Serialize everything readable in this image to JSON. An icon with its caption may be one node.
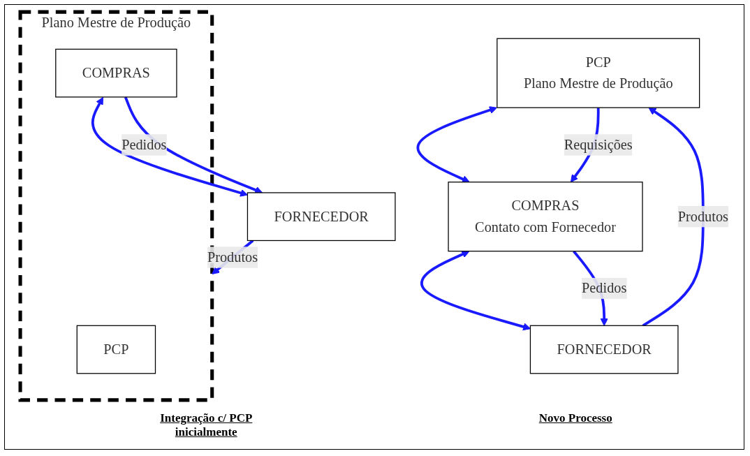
{
  "diagram": {
    "nodes": [
      {
        "text": [
          "PCP",
          "Plano Mestre de Produção"
        ]
      },
      {
        "text": [
          "COMPRAS",
          "Contato com Fornecedor"
        ]
      },
      {
        "text": [
          "FORNECEDOR"
        ]
      },
      {
        "text": [
          "Plano Mestre de Produção"
        ]
      },
      {
        "text": [
          "PCP"
        ],
        "in": 3
      },
      {
        "text": [
          "COMPRAS"
        ],
        "in": 3
      },
      {
        "text": [
          "FORNECEDOR"
        ]
      }
    ],
    "edges": [
      {
        "from": 0,
        "to": 1,
        "arrow": "both"
      },
      {
        "from": 1,
        "to": 2,
        "arrow": "both"
      },
      {
        "from": 0,
        "to": 1,
        "label": "Requisições",
        "arrow": "to"
      },
      {
        "from": 1,
        "to": 2,
        "label": "Pedidos",
        "arrow": "to"
      },
      {
        "from": 2,
        "to": 0,
        "label": "Produtos",
        "arrow": "to"
      },
      {
        "from": 5,
        "to": 6,
        "arrow": "both"
      },
      {
        "from": 5,
        "to": 6,
        "label": "Pedidos",
        "arrow": "to"
      },
      {
        "from": 6,
        "to": 3,
        "label": "Produtos",
        "arrow": "to"
      }
    ],
    "labels": [
      "Integração c/ PCP inicialmente",
      "Novo Processo"
    ]
  }
}
